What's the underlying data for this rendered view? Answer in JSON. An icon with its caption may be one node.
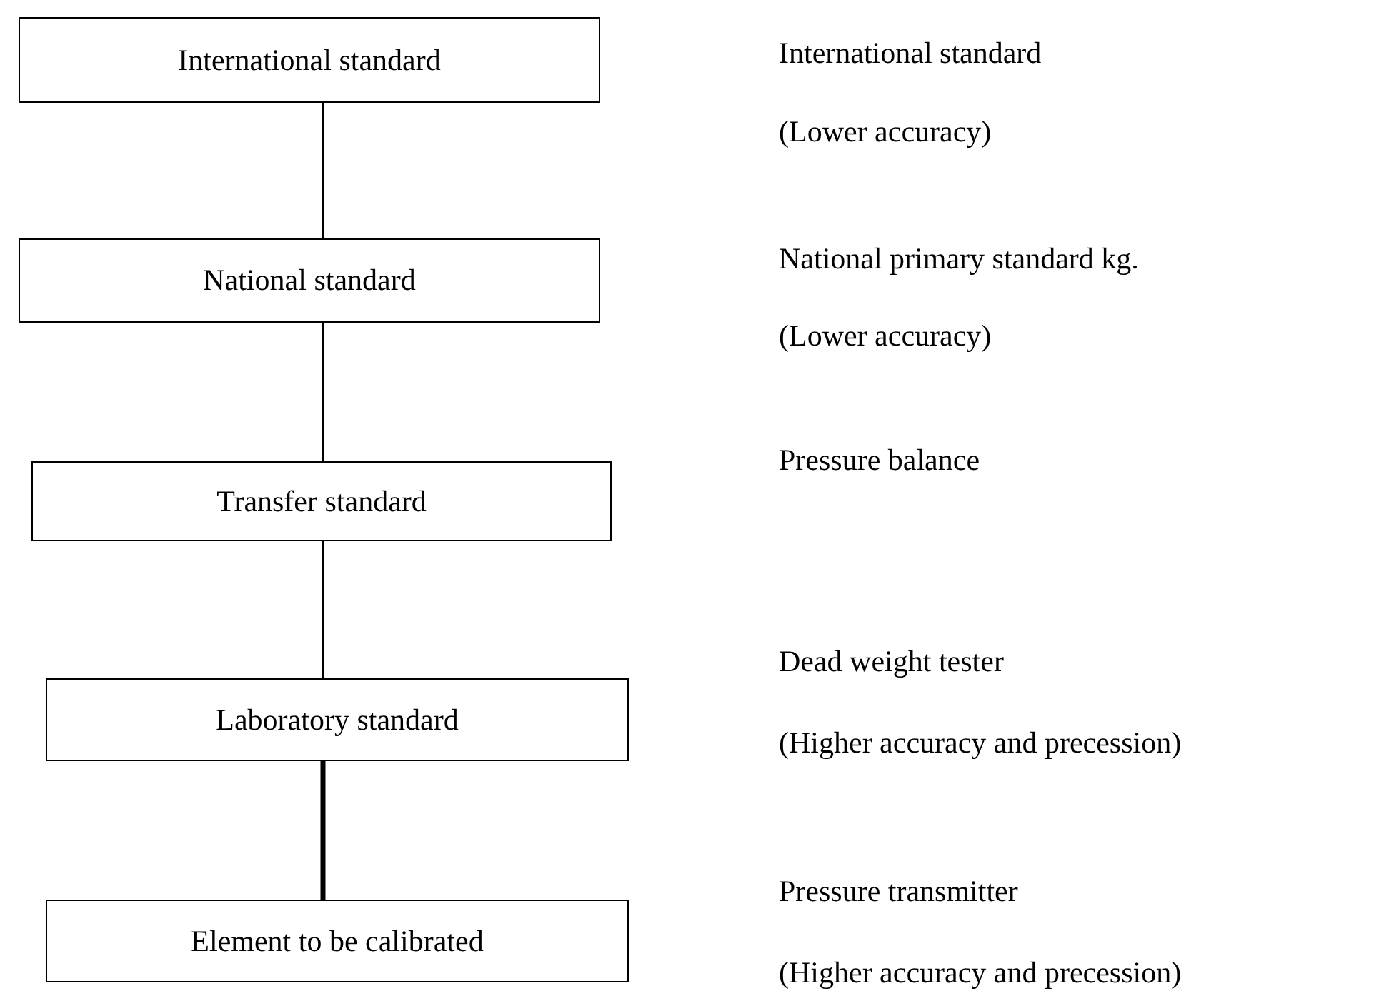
{
  "diagram": {
    "nodes": [
      {
        "text": [
          "International standard"
        ]
      },
      {
        "text": [
          "National standard"
        ]
      },
      {
        "text": [
          "Transfer standard"
        ]
      },
      {
        "text": [
          "Laboratory standard"
        ]
      },
      {
        "text": [
          "Element to be calibrated"
        ]
      }
    ],
    "edges": [
      {
        "from": 0,
        "to": 1,
        "arrow": "none"
      },
      {
        "from": 1,
        "to": 2,
        "arrow": "none"
      },
      {
        "from": 2,
        "to": 3,
        "arrow": "none"
      },
      {
        "from": 3,
        "to": 4,
        "arrow": "none",
        "style": "thick"
      }
    ],
    "labels": [
      "International standard",
      "(Lower accuracy)",
      "National primary standard kg.",
      "(Lower accuracy)",
      "Pressure balance",
      "Dead weight tester",
      "(Higher accuracy and precession)",
      "Pressure transmitter",
      "(Higher accuracy and precession)"
    ]
  }
}
